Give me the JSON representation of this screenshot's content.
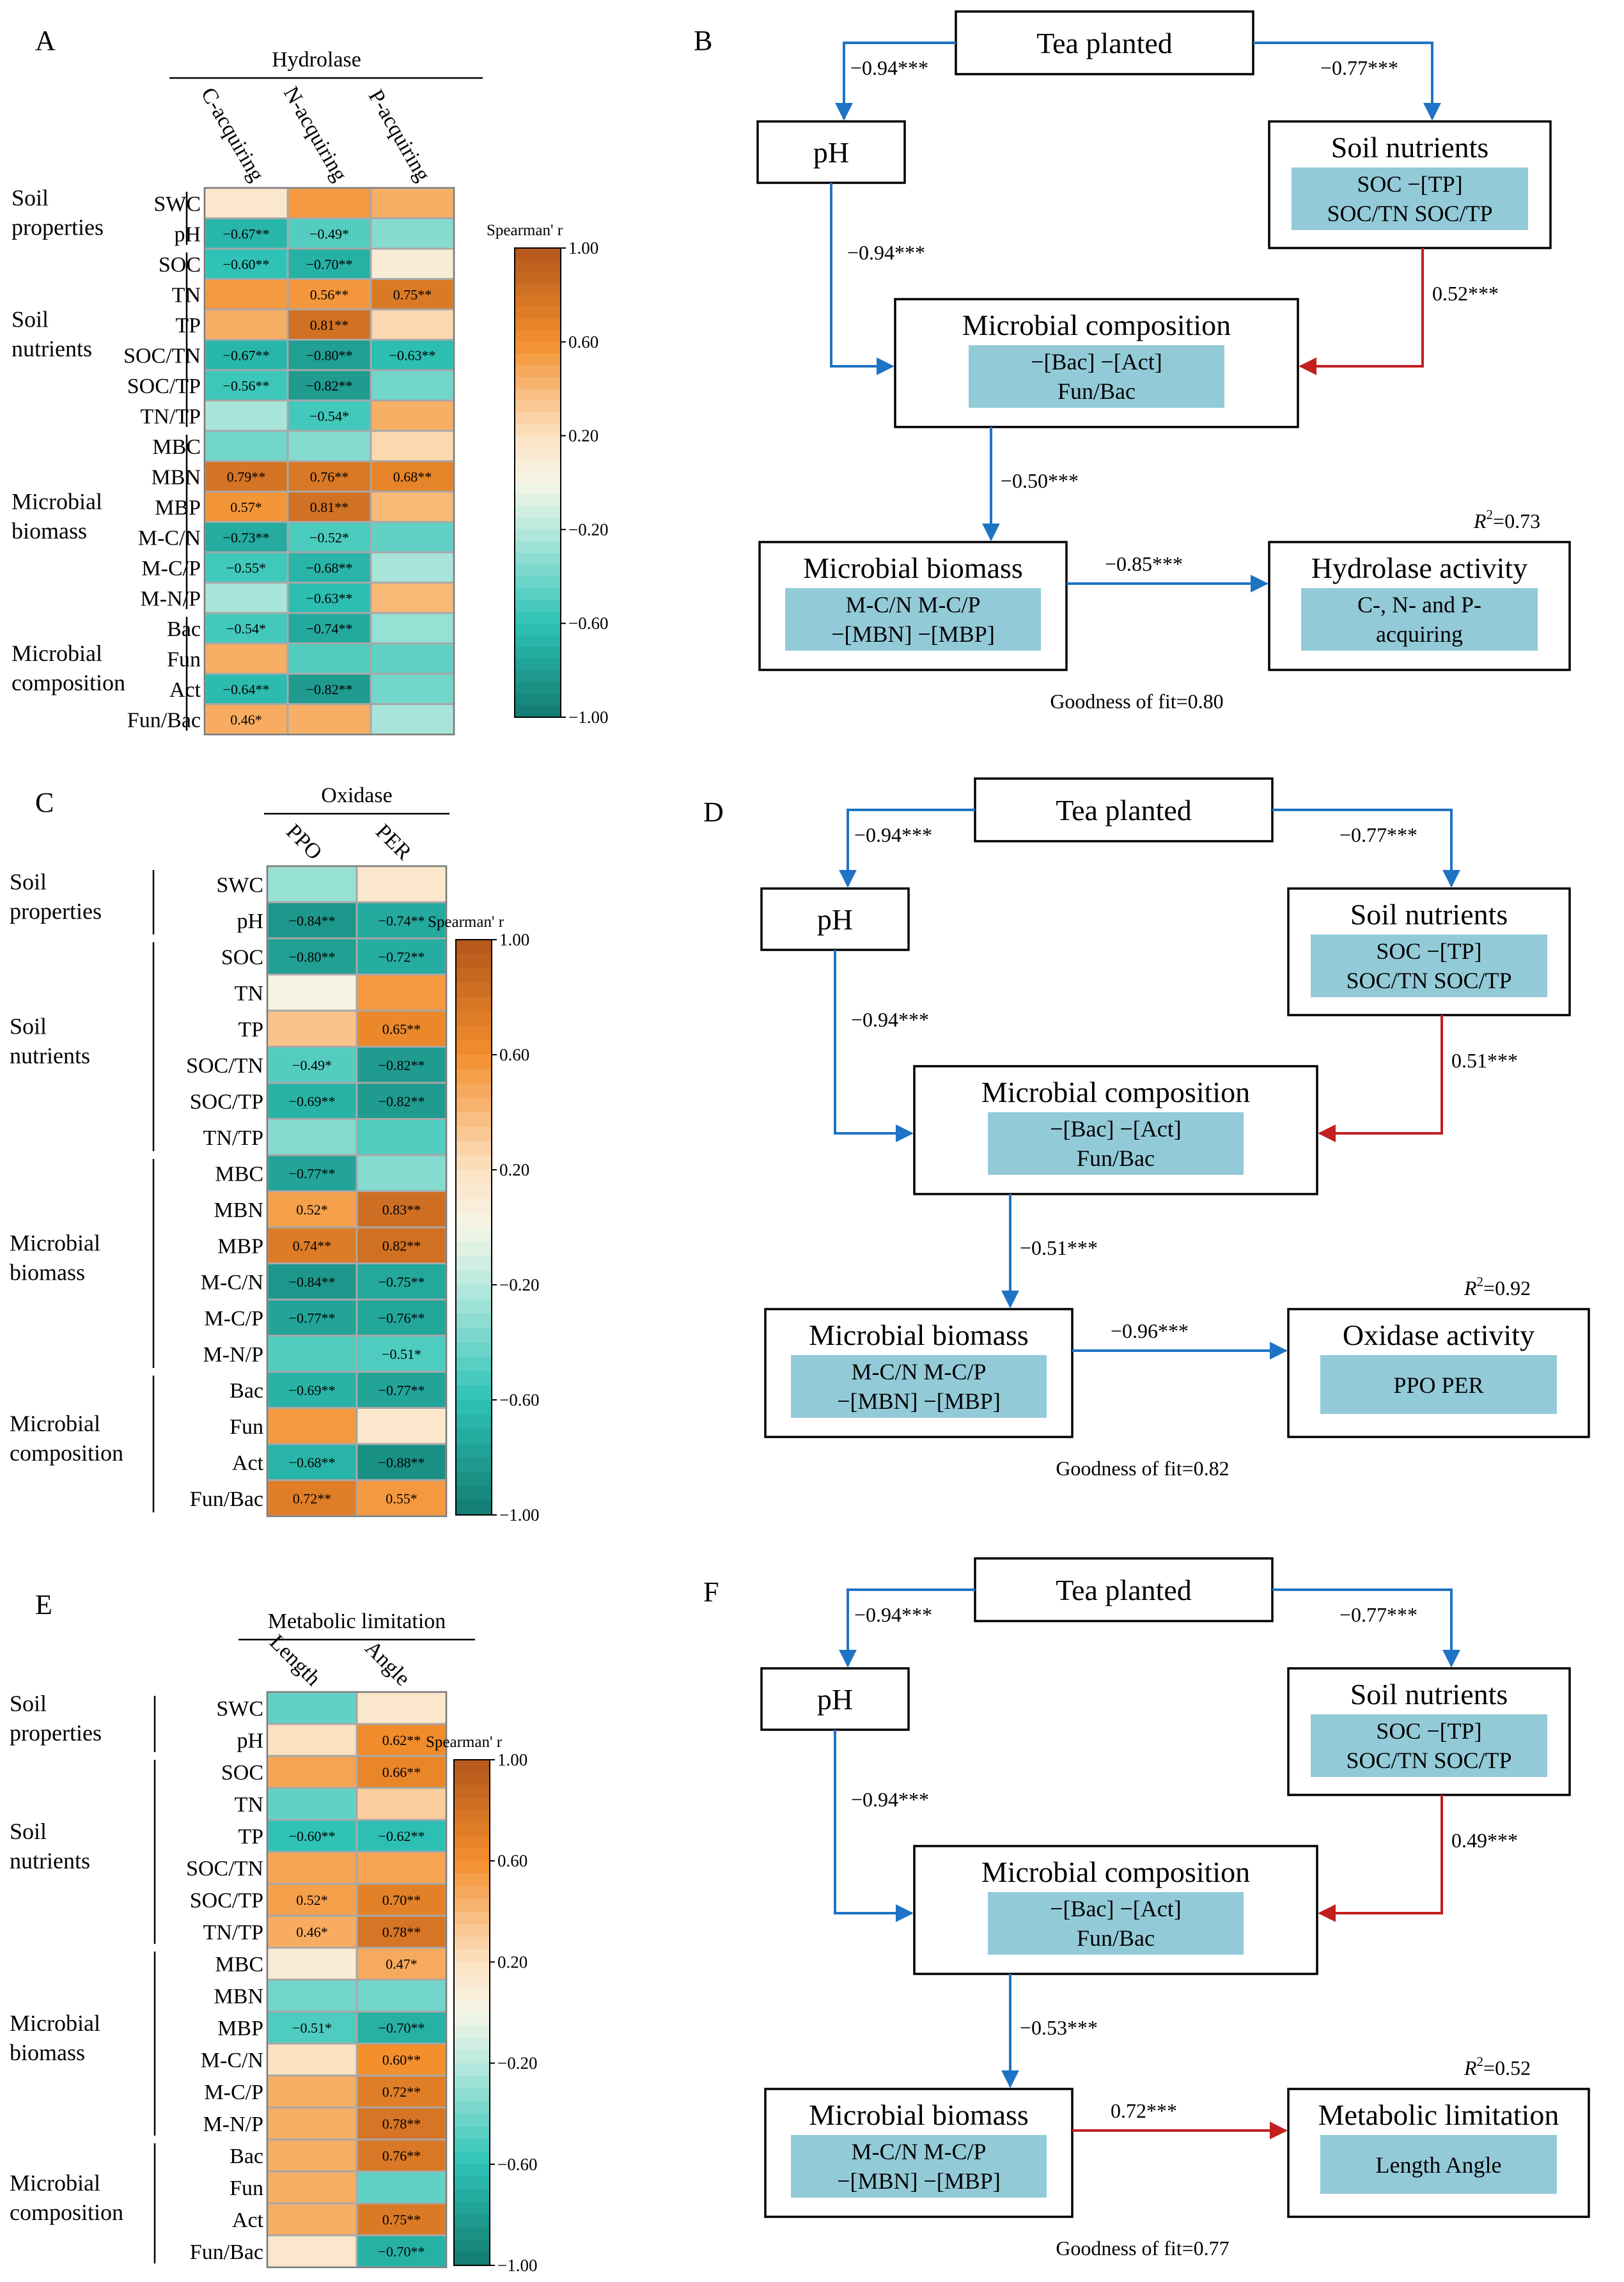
{
  "panel_letters": [
    "A",
    "B",
    "C",
    "D",
    "E",
    "F"
  ],
  "heatmap_rows": [
    "SWC",
    "pH",
    "SOC",
    "TN",
    "TP",
    "SOC/TN",
    "SOC/TP",
    "TN/TP",
    "MBC",
    "MBN",
    "MBP",
    "M-C/N",
    "M-C/P",
    "M-N/P",
    "Bac",
    "Fun",
    "Act",
    "Fun/Bac"
  ],
  "row_groups": [
    {
      "label": [
        "Soil",
        "properties"
      ],
      "from": 0,
      "to": 1
    },
    {
      "label": [
        "Soil",
        "nutrients"
      ],
      "from": 2,
      "to": 7
    },
    {
      "label": [
        "Microbial",
        "biomass"
      ],
      "from": 8,
      "to": 13
    },
    {
      "label": [
        "Microbial",
        "composition"
      ],
      "from": 14,
      "to": 17
    }
  ],
  "legend": {
    "title": "Spearman' r",
    "ticks": [
      "1.00",
      "0.60",
      "0.20",
      "−0.20",
      "−0.60",
      "−1.00"
    ],
    "tick_values": [
      1.0,
      0.6,
      0.2,
      -0.2,
      -0.6,
      -1.0
    ]
  },
  "palette": {
    "pos_strong": "#b3561b",
    "pos_mid": "#f38f2d",
    "pos_light": "#fde2c2",
    "neutral": "#f5f5e6",
    "neg_light": "#b9e9de",
    "neg_mid": "#2ec3b6",
    "neg_strong": "#127a70",
    "box_fill": "#93cad8",
    "arrow_blue": "#1f73c4",
    "arrow_red": "#c21f1f",
    "cell_border": "#a8a8a8"
  },
  "chart_data": [
    {
      "type": "heatmap",
      "panel": "A",
      "title": "Hydrolase",
      "columns": [
        "C-acquiring",
        "N-acquiring",
        "P-acquiring"
      ],
      "rows": [
        "SWC",
        "pH",
        "SOC",
        "TN",
        "TP",
        "SOC/TN",
        "SOC/TP",
        "TN/TP",
        "MBC",
        "MBN",
        "MBP",
        "M-C/N",
        "M-C/P",
        "M-N/P",
        "Bac",
        "Fun",
        "Act",
        "Fun/Bac"
      ],
      "values": [
        [
          0.15,
          0.55,
          0.45
        ],
        [
          -0.67,
          -0.49,
          -0.35
        ],
        [
          -0.6,
          -0.7,
          0.1
        ],
        [
          0.55,
          0.56,
          0.75
        ],
        [
          0.45,
          0.81,
          0.25
        ],
        [
          -0.67,
          -0.8,
          -0.63
        ],
        [
          -0.56,
          -0.82,
          -0.4
        ],
        [
          -0.25,
          -0.54,
          0.45
        ],
        [
          -0.4,
          -0.35,
          0.25
        ],
        [
          0.79,
          0.76,
          0.68
        ],
        [
          0.57,
          0.81,
          0.4
        ],
        [
          -0.73,
          -0.52,
          -0.45
        ],
        [
          -0.55,
          -0.68,
          -0.25
        ],
        [
          -0.25,
          -0.63,
          0.4
        ],
        [
          -0.54,
          -0.74,
          -0.3
        ],
        [
          0.45,
          -0.5,
          -0.45
        ],
        [
          -0.64,
          -0.82,
          -0.4
        ],
        [
          0.46,
          0.45,
          -0.25
        ]
      ],
      "labels": [
        [
          "",
          "",
          ""
        ],
        [
          "−0.67**",
          "−0.49*",
          ""
        ],
        [
          "−0.60**",
          "−0.70**",
          ""
        ],
        [
          "",
          "0.56**",
          "0.75**"
        ],
        [
          "",
          "0.81**",
          ""
        ],
        [
          "−0.67**",
          "−0.80**",
          "−0.63**"
        ],
        [
          "−0.56**",
          "−0.82**",
          ""
        ],
        [
          "",
          "−0.54*",
          ""
        ],
        [
          "",
          "",
          ""
        ],
        [
          "0.79**",
          "0.76**",
          "0.68**"
        ],
        [
          "0.57*",
          "0.81**",
          ""
        ],
        [
          "−0.73**",
          "−0.52*",
          ""
        ],
        [
          "−0.55*",
          "−0.68**",
          ""
        ],
        [
          "",
          "−0.63**",
          ""
        ],
        [
          "−0.54*",
          "−0.74**",
          ""
        ],
        [
          "",
          "",
          ""
        ],
        [
          "−0.64**",
          "−0.82**",
          ""
        ],
        [
          "0.46*",
          "",
          ""
        ]
      ]
    },
    {
      "type": "heatmap",
      "panel": "C",
      "title": "Oxidase",
      "columns": [
        "PPO",
        "PER"
      ],
      "rows": [
        "SWC",
        "pH",
        "SOC",
        "TN",
        "TP",
        "SOC/TN",
        "SOC/TP",
        "TN/TP",
        "MBC",
        "MBN",
        "MBP",
        "M-C/N",
        "M-C/P",
        "M-N/P",
        "Bac",
        "Fun",
        "Act",
        "Fun/Bac"
      ],
      "values": [
        [
          -0.3,
          0.15
        ],
        [
          -0.84,
          -0.74
        ],
        [
          -0.8,
          -0.72
        ],
        [
          0.02,
          0.55
        ],
        [
          0.35,
          0.65
        ],
        [
          -0.49,
          -0.82
        ],
        [
          -0.69,
          -0.82
        ],
        [
          -0.35,
          -0.5
        ],
        [
          -0.77,
          -0.35
        ],
        [
          0.52,
          0.83
        ],
        [
          0.74,
          0.82
        ],
        [
          -0.84,
          -0.75
        ],
        [
          -0.77,
          -0.76
        ],
        [
          -0.5,
          -0.51
        ],
        [
          -0.69,
          -0.77
        ],
        [
          0.55,
          0.15
        ],
        [
          -0.68,
          -0.88
        ],
        [
          0.72,
          0.55
        ]
      ],
      "labels": [
        [
          "",
          ""
        ],
        [
          "−0.84**",
          "−0.74**"
        ],
        [
          "−0.80**",
          "−0.72**"
        ],
        [
          "",
          ""
        ],
        [
          "",
          "0.65**"
        ],
        [
          "−0.49*",
          "−0.82**"
        ],
        [
          "−0.69**",
          "−0.82**"
        ],
        [
          "",
          ""
        ],
        [
          "−0.77**",
          ""
        ],
        [
          "0.52*",
          "0.83**"
        ],
        [
          "0.74**",
          "0.82**"
        ],
        [
          "−0.84**",
          "−0.75**"
        ],
        [
          "−0.77**",
          "−0.76**"
        ],
        [
          "",
          "−0.51*"
        ],
        [
          "−0.69**",
          "−0.77**"
        ],
        [
          "",
          ""
        ],
        [
          "−0.68**",
          "−0.88**"
        ],
        [
          "0.72**",
          "0.55*"
        ]
      ]
    },
    {
      "type": "heatmap",
      "panel": "E",
      "title": "Metabolic limitation",
      "columns": [
        "Length",
        "Angle"
      ],
      "rows": [
        "SWC",
        "pH",
        "SOC",
        "TN",
        "TP",
        "SOC/TN",
        "SOC/TP",
        "TN/TP",
        "MBC",
        "MBN",
        "MBP",
        "M-C/N",
        "M-C/P",
        "M-N/P",
        "Bac",
        "Fun",
        "Act",
        "Fun/Bac"
      ],
      "values": [
        [
          -0.45,
          0.15
        ],
        [
          0.2,
          0.62
        ],
        [
          0.5,
          0.66
        ],
        [
          -0.45,
          0.3
        ],
        [
          -0.6,
          -0.62
        ],
        [
          0.5,
          0.5
        ],
        [
          0.52,
          0.7
        ],
        [
          0.46,
          0.78
        ],
        [
          0.1,
          0.47
        ],
        [
          -0.4,
          -0.4
        ],
        [
          -0.51,
          -0.7
        ],
        [
          0.2,
          0.6
        ],
        [
          0.45,
          0.72
        ],
        [
          0.45,
          0.78
        ],
        [
          0.45,
          0.76
        ],
        [
          0.45,
          -0.45
        ],
        [
          0.45,
          0.75
        ],
        [
          0.15,
          -0.7
        ]
      ],
      "labels": [
        [
          "",
          ""
        ],
        [
          "",
          "0.62**"
        ],
        [
          "",
          "0.66**"
        ],
        [
          "",
          ""
        ],
        [
          "−0.60**",
          "−0.62**"
        ],
        [
          "",
          ""
        ],
        [
          "0.52*",
          "0.70**"
        ],
        [
          "0.46*",
          "0.78**"
        ],
        [
          "",
          "0.47*"
        ],
        [
          "",
          ""
        ],
        [
          "−0.51*",
          "−0.70**"
        ],
        [
          "",
          "0.60**"
        ],
        [
          "",
          "0.72**"
        ],
        [
          "",
          "0.78**"
        ],
        [
          "",
          "0.76**"
        ],
        [
          "",
          ""
        ],
        [
          "",
          "0.75**"
        ],
        [
          "",
          "−0.70**"
        ]
      ]
    }
  ],
  "path_diagrams": [
    {
      "panel": "B",
      "nodes": {
        "tea": {
          "title": "Tea planted"
        },
        "ph": {
          "title": "pH"
        },
        "nutrients": {
          "title": "Soil nutrients",
          "lines": [
            "SOC  −[TP]",
            "SOC/TN  SOC/TP"
          ]
        },
        "composition": {
          "title": "Microbial composition",
          "lines": [
            "−[Bac]  −[Act]",
            "Fun/Bac"
          ]
        },
        "biomass": {
          "title": "Microbial biomass",
          "lines": [
            "M-C/N  M-C/P",
            "−[MBN]  −[MBP]"
          ]
        },
        "activity": {
          "title": "Hydrolase activity",
          "lines": [
            "C-, N- and P-",
            "acquiring"
          ]
        }
      },
      "paths": {
        "tea_ph": "−0.94***",
        "tea_nutrients": "−0.77***",
        "ph_composition": "−0.94***",
        "nutrients_composition": "0.52***",
        "composition_biomass": "−0.50***",
        "biomass_activity": "−0.85***"
      },
      "r2_label": "R",
      "r2_sup": "2",
      "r2_value": "=0.73",
      "goodness_of_fit": "Goodness of fit=0.80"
    },
    {
      "panel": "D",
      "nodes": {
        "tea": {
          "title": "Tea planted"
        },
        "ph": {
          "title": "pH"
        },
        "nutrients": {
          "title": "Soil nutrients",
          "lines": [
            "SOC  −[TP]",
            "SOC/TN  SOC/TP"
          ]
        },
        "composition": {
          "title": "Microbial composition",
          "lines": [
            "−[Bac]  −[Act]",
            "Fun/Bac"
          ]
        },
        "biomass": {
          "title": "Microbial biomass",
          "lines": [
            "M-C/N  M-C/P",
            "−[MBN]  −[MBP]"
          ]
        },
        "activity": {
          "title": "Oxidase activity",
          "lines": [
            "PPO  PER"
          ]
        }
      },
      "paths": {
        "tea_ph": "−0.94***",
        "tea_nutrients": "−0.77***",
        "ph_composition": "−0.94***",
        "nutrients_composition": "0.51***",
        "composition_biomass": "−0.51***",
        "biomass_activity": "−0.96***"
      },
      "r2_label": "R",
      "r2_sup": "2",
      "r2_value": "=0.92",
      "goodness_of_fit": "Goodness of fit=0.82"
    },
    {
      "panel": "F",
      "nodes": {
        "tea": {
          "title": "Tea planted"
        },
        "ph": {
          "title": "pH"
        },
        "nutrients": {
          "title": "Soil nutrients",
          "lines": [
            "SOC  −[TP]",
            "SOC/TN  SOC/TP"
          ]
        },
        "composition": {
          "title": "Microbial composition",
          "lines": [
            "−[Bac]  −[Act]",
            "Fun/Bac"
          ]
        },
        "biomass": {
          "title": "Microbial biomass",
          "lines": [
            "M-C/N  M-C/P",
            "−[MBN]  −[MBP]"
          ]
        },
        "activity": {
          "title": "Metabolic limitation",
          "lines": [
            "Length  Angle"
          ]
        }
      },
      "paths": {
        "tea_ph": "−0.94***",
        "tea_nutrients": "−0.77***",
        "ph_composition": "−0.94***",
        "nutrients_composition": "0.49***",
        "composition_biomass": "−0.53***",
        "biomass_activity": "0.72***"
      },
      "r2_label": "R",
      "r2_sup": "2",
      "r2_value": "=0.52",
      "goodness_of_fit": "Goodness of fit=0.77"
    }
  ]
}
